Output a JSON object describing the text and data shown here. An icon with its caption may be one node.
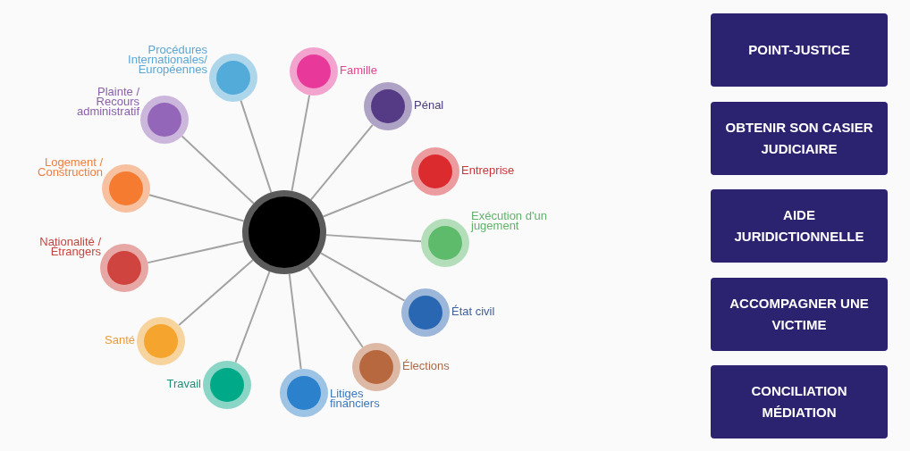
{
  "diagram": {
    "nodes": [
      {
        "text": [],
        "shape": "circle"
      },
      {
        "text": [
          "Famille"
        ]
      },
      {
        "text": [
          "Pénal"
        ]
      },
      {
        "text": [
          "Entreprise"
        ]
      },
      {
        "text": [
          "Exécution d'un jugement"
        ]
      },
      {
        "text": [
          "État civil"
        ]
      },
      {
        "text": [
          "Élections"
        ]
      },
      {
        "text": [
          "Litiges financiers"
        ]
      },
      {
        "text": [
          "Travail"
        ]
      },
      {
        "text": [
          "Santé"
        ]
      },
      {
        "text": [
          "Nationalité / Étrangers"
        ]
      },
      {
        "text": [
          "Logement / Construction"
        ]
      },
      {
        "text": [
          "Plainte / Recours administratif"
        ]
      },
      {
        "text": [
          "Procédures Internationales/ Européennes"
        ]
      },
      {
        "text": [
          "POINT-JUSTICE"
        ]
      },
      {
        "text": [
          "OBTENIR SON CASIER JUDICIAIRE"
        ]
      },
      {
        "text": [
          "AIDE JURIDICTIONNELLE"
        ]
      },
      {
        "text": [
          "ACCOMPAGNER UNE VICTIME"
        ]
      },
      {
        "text": [
          "CONCILIATION MÉDIATION"
        ]
      }
    ],
    "edges": [
      {
        "from": 0,
        "to": 1,
        "arrow": "none"
      },
      {
        "from": 0,
        "to": 2,
        "arrow": "none"
      },
      {
        "from": 0,
        "to": 3,
        "arrow": "none"
      },
      {
        "from": 0,
        "to": 4,
        "arrow": "none"
      },
      {
        "from": 0,
        "to": 5,
        "arrow": "none"
      },
      {
        "from": 0,
        "to": 6,
        "arrow": "none"
      },
      {
        "from": 0,
        "to": 7,
        "arrow": "none"
      },
      {
        "from": 0,
        "to": 8,
        "arrow": "none"
      },
      {
        "from": 0,
        "to": 9,
        "arrow": "none"
      },
      {
        "from": 0,
        "to": 10,
        "arrow": "none"
      },
      {
        "from": 0,
        "to": 11,
        "arrow": "none"
      },
      {
        "from": 0,
        "to": 12,
        "arrow": "none"
      },
      {
        "from": 0,
        "to": 13,
        "arrow": "none"
      }
    ]
  }
}
